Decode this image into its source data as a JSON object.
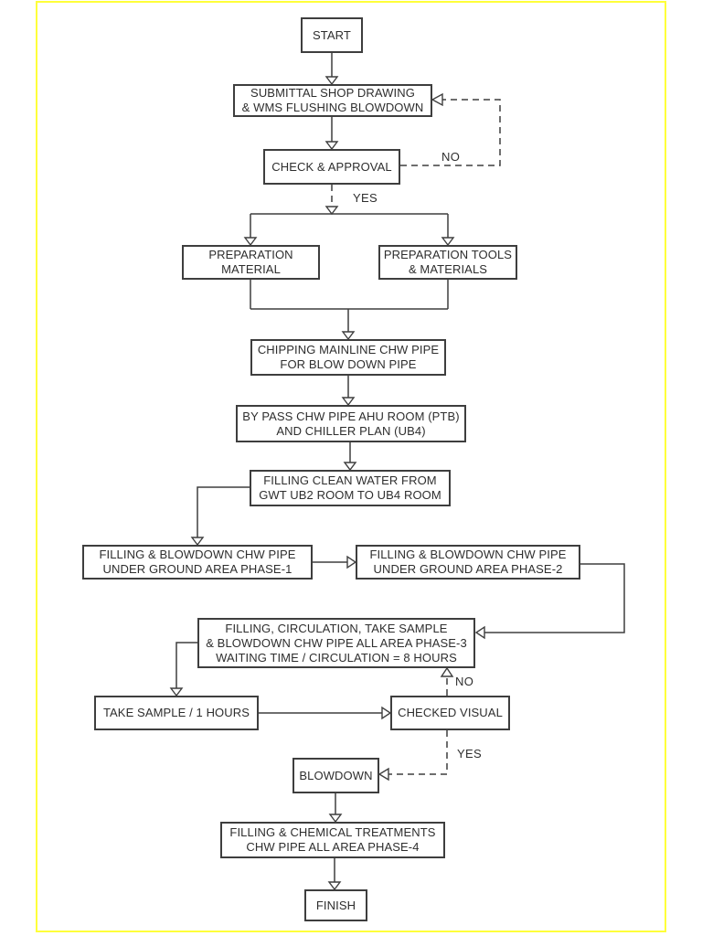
{
  "colors": {
    "frame_border": "#ffff3a",
    "line": "#3e3e3e",
    "node_background": "#ffffff",
    "text": "#2e2e2e"
  },
  "flowchart": {
    "nodes": {
      "start": {
        "label": "START"
      },
      "submittal": {
        "label": "SUBMITTAL SHOP DRAWING\n& WMS FLUSHING BLOWDOWN"
      },
      "check": {
        "label": "CHECK & APPROVAL"
      },
      "prep_material": {
        "label": "PREPARATION\nMATERIAL"
      },
      "prep_tools": {
        "label": "PREPARATION TOOLS\n& MATERIALS"
      },
      "chipping": {
        "label": "CHIPPING MAINLINE CHW PIPE\nFOR BLOW DOWN PIPE"
      },
      "bypass": {
        "label": "BY PASS CHW PIPE AHU ROOM (PTB)\nAND CHILLER PLAN (UB4)"
      },
      "filling_clean": {
        "label": "FILLING CLEAN WATER FROM\nGWT UB2 ROOM TO UB4 ROOM"
      },
      "phase1": {
        "label": "FILLING & BLOWDOWN CHW PIPE\nUNDER GROUND AREA PHASE-1"
      },
      "phase2": {
        "label": "FILLING & BLOWDOWN CHW PIPE\nUNDER GROUND AREA PHASE-2"
      },
      "phase3": {
        "label": "FILLING, CIRCULATION, TAKE SAMPLE\n& BLOWDOWN CHW PIPE ALL AREA PHASE-3\nWAITING TIME / CIRCULATION = 8 HOURS"
      },
      "take_sample": {
        "label": "TAKE SAMPLE / 1 HOURS"
      },
      "checked_visual": {
        "label": "CHECKED VISUAL"
      },
      "blowdown": {
        "label": "BLOWDOWN"
      },
      "phase4": {
        "label": "FILLING & CHEMICAL TREATMENTS\nCHW PIPE ALL AREA PHASE-4"
      },
      "finish": {
        "label": "FINISH"
      }
    },
    "edge_labels": {
      "no_top": "NO",
      "yes_top": "YES",
      "no_bottom": "NO",
      "yes_bottom": "YES"
    }
  }
}
